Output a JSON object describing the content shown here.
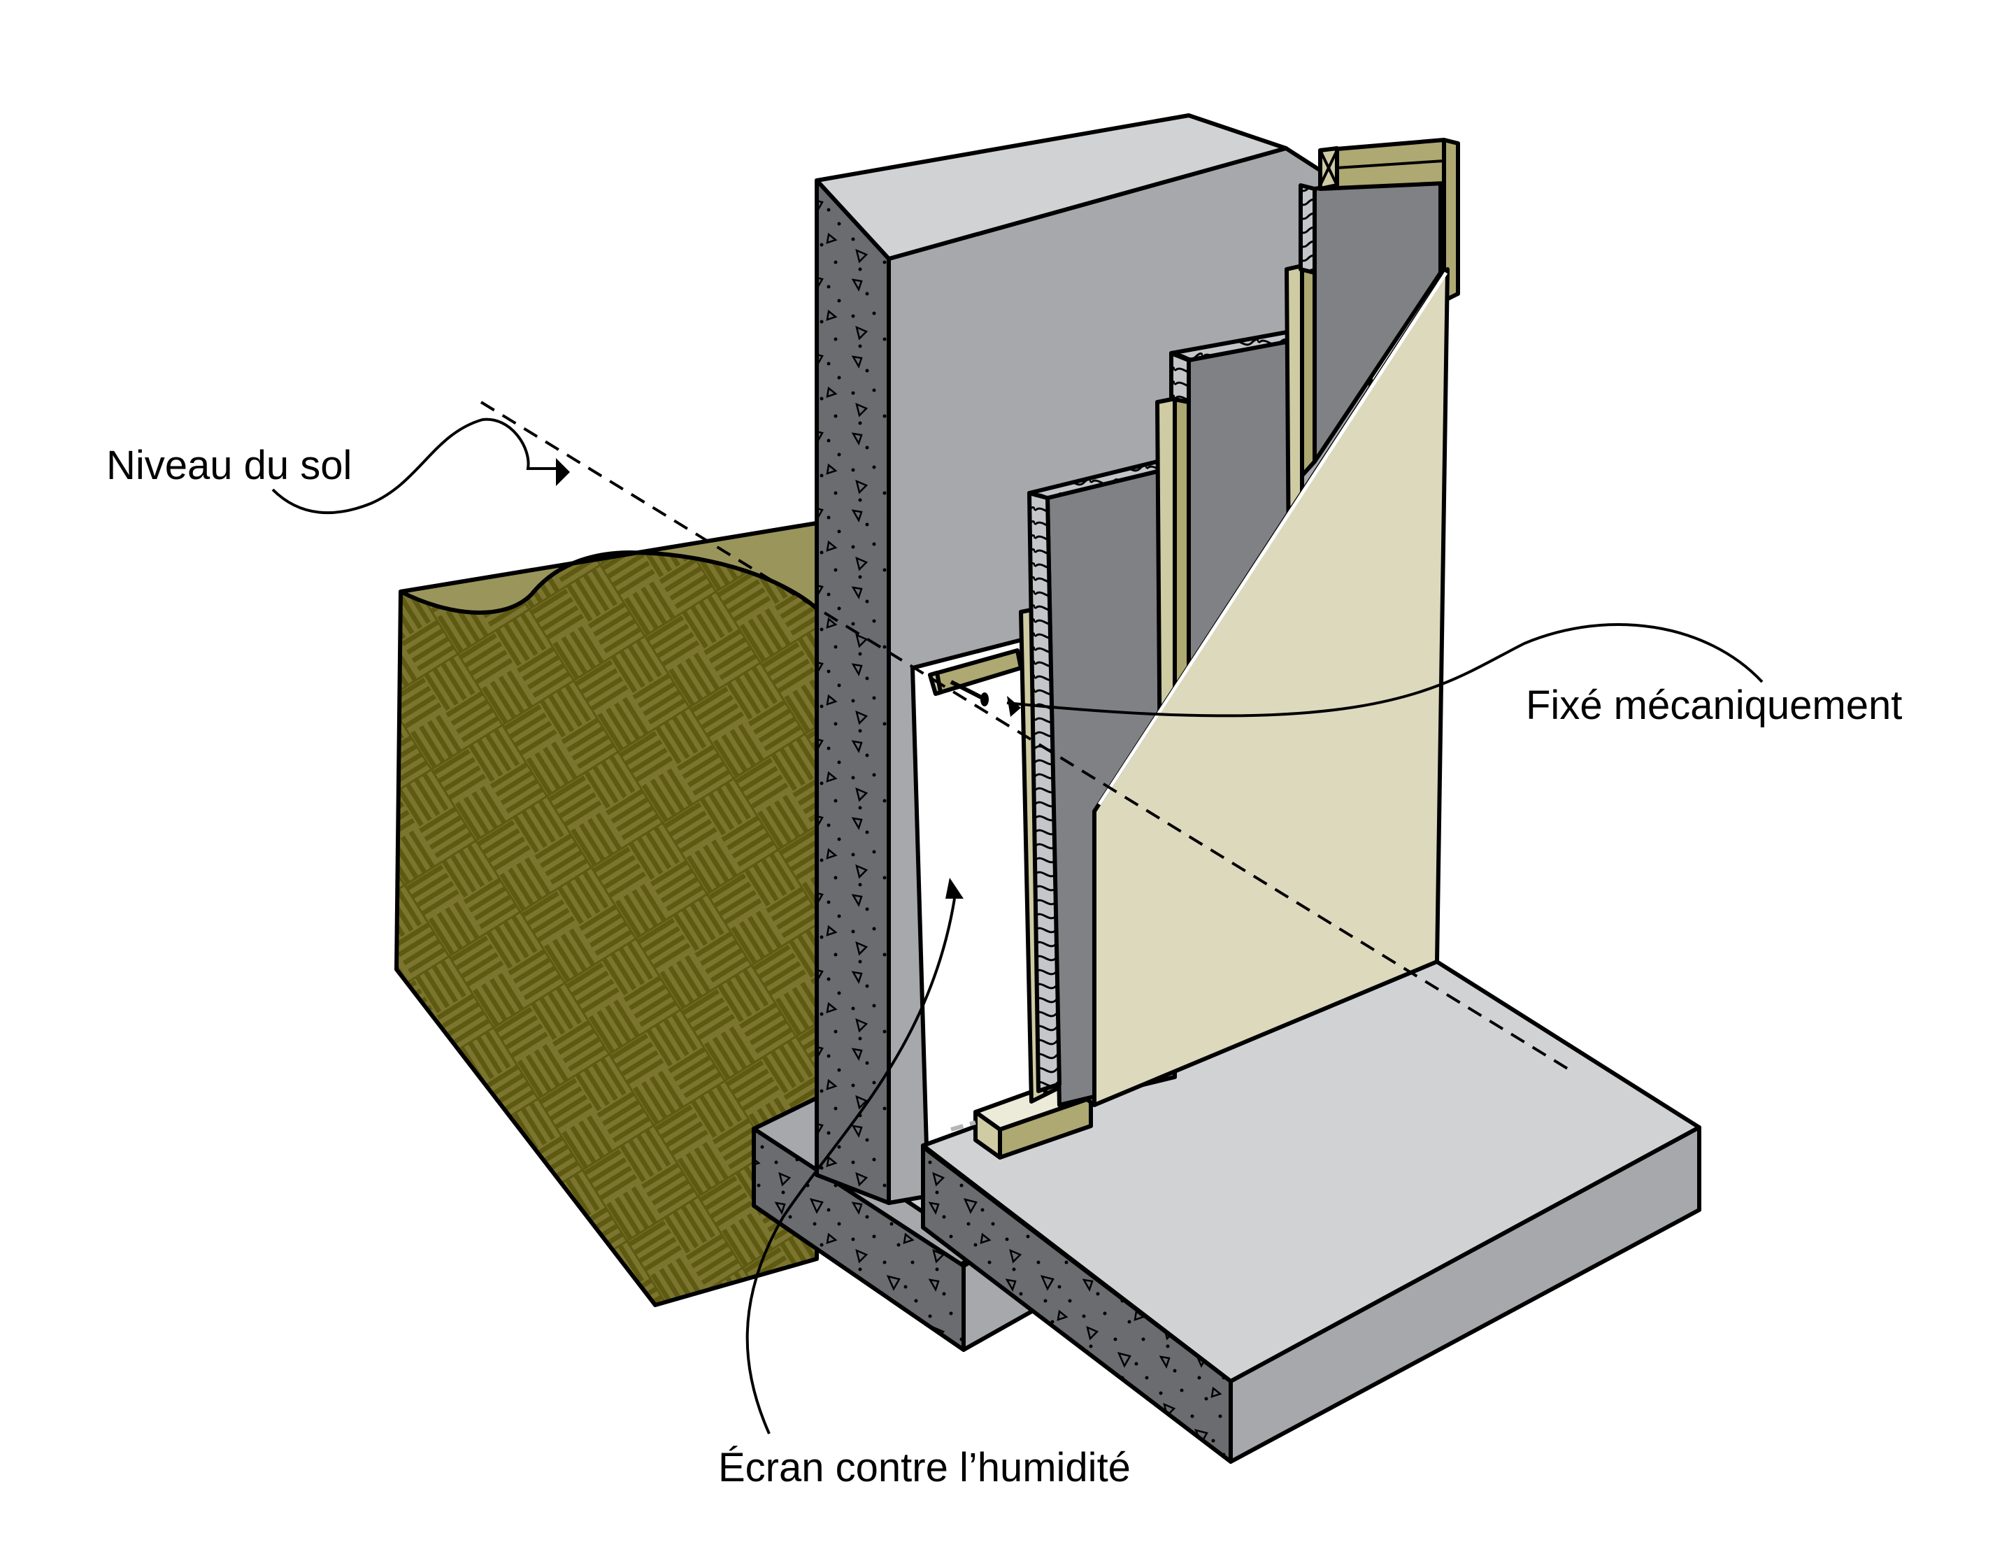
{
  "diagram": {
    "title": "Coupe de mur de fondation avec isolation intérieure",
    "labels": {
      "ground_level": "Niveau du sol",
      "mechanically_fastened": "Fixé mécaniquement",
      "moisture_barrier": "Écran contre l’humidité"
    },
    "components": [
      {
        "name": "soil",
        "color": "#7b7530",
        "pattern_color": "#5e5a12",
        "top_color": "#9a955a"
      },
      {
        "name": "concrete-wall",
        "face_color": "#a7a8ab",
        "top_color": "#d1d2d4",
        "section_color": "#6b6c70"
      },
      {
        "name": "footing",
        "section_color": "#6b6c70",
        "top_color": "#d1d2d4",
        "side_color": "#a7a8ab"
      },
      {
        "name": "floor-slab",
        "top_color": "#d1d2d4",
        "side_color": "#a7a8ab",
        "section_color": "#6b6c70"
      },
      {
        "name": "moisture-barrier",
        "color": "#ffffff"
      },
      {
        "name": "wood-stud",
        "light_color": "#cfcba3",
        "dark_color": "#aea872",
        "end_color": "#ecead9"
      },
      {
        "name": "insulation-board",
        "face_color": "#808184",
        "edge_color": "#c5c6c9"
      },
      {
        "name": "drywall",
        "color": "#ddd9bd"
      }
    ]
  }
}
